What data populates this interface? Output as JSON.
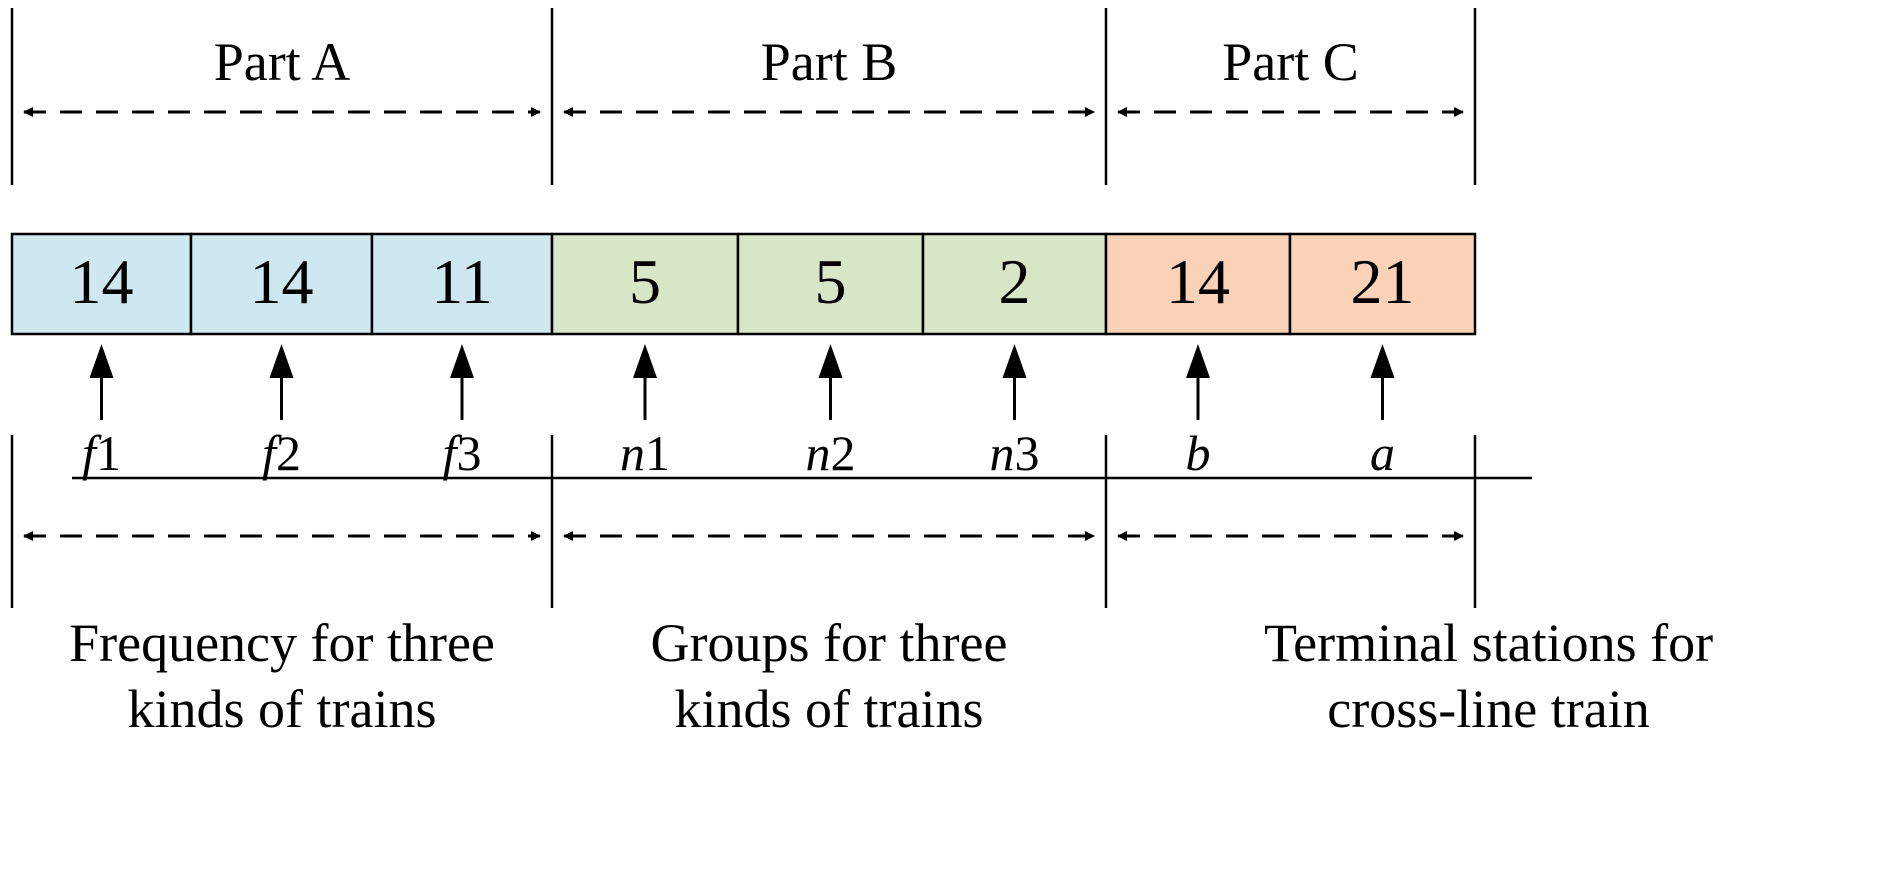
{
  "parts": [
    {
      "title": "Part A",
      "description": [
        "Frequency for three",
        "kinds of trains"
      ],
      "color": "#cfe8f0"
    },
    {
      "title": "Part B",
      "description": [
        "Groups for three",
        "kinds of trains"
      ],
      "color": "#d6e6c7"
    },
    {
      "title": "Part C",
      "description": [
        "Terminal stations for",
        "cross-line train"
      ],
      "color": "#f9d2b8"
    }
  ],
  "cells": [
    {
      "value": "14",
      "part": 0,
      "var_base": "f",
      "var_sub": "1"
    },
    {
      "value": "14",
      "part": 0,
      "var_base": "f",
      "var_sub": "2"
    },
    {
      "value": "11",
      "part": 0,
      "var_base": "f",
      "var_sub": "3"
    },
    {
      "value": "5",
      "part": 1,
      "var_base": "n",
      "var_sub": "1"
    },
    {
      "value": "5",
      "part": 1,
      "var_base": "n",
      "var_sub": "2"
    },
    {
      "value": "2",
      "part": 1,
      "var_base": "n",
      "var_sub": "3"
    },
    {
      "value": "14",
      "part": 2,
      "var_base": "b",
      "var_sub": ""
    },
    {
      "value": "21",
      "part": 2,
      "var_base": "a",
      "var_sub": ""
    }
  ]
}
